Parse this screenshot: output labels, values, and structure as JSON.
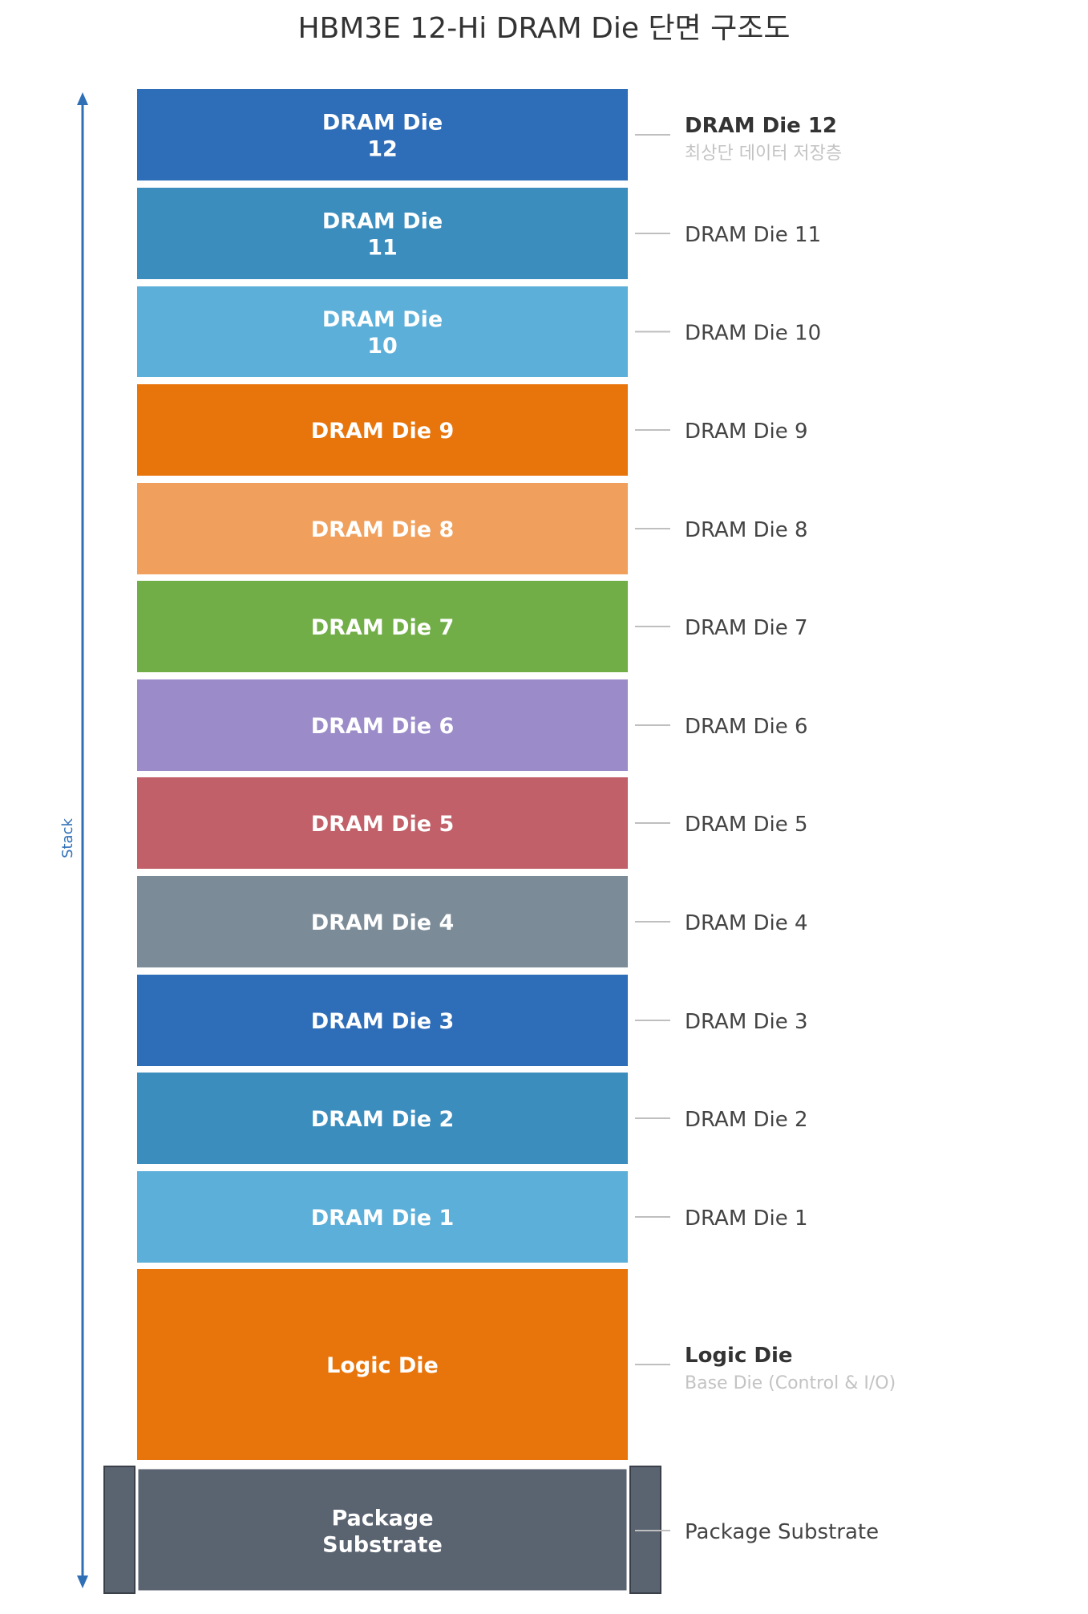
{
  "title": "HBM3E 12-Hi DRAM Die 단면 구조도",
  "axis": {
    "label": "Stack",
    "color": "#2f6fb6"
  },
  "layers": [
    {
      "id": "dram12",
      "block_lines": [
        "DRAM Die",
        "12"
      ],
      "label": "DRAM Die 12",
      "sublabel": "최상단 데이터 저장층",
      "bold": true,
      "color": "#2e6db7"
    },
    {
      "id": "dram11",
      "block_lines": [
        "DRAM Die",
        "11"
      ],
      "label": "DRAM Die 11",
      "sublabel": "",
      "bold": false,
      "color": "#3b8dbd"
    },
    {
      "id": "dram10",
      "block_lines": [
        "DRAM Die",
        "10"
      ],
      "label": "DRAM Die 10",
      "sublabel": "",
      "bold": false,
      "color": "#5cafd8"
    },
    {
      "id": "dram9",
      "block_lines": [
        "DRAM Die 9"
      ],
      "label": "DRAM Die 9",
      "sublabel": "",
      "bold": false,
      "color": "#e8750b"
    },
    {
      "id": "dram8",
      "block_lines": [
        "DRAM Die 8"
      ],
      "label": "DRAM Die 8",
      "sublabel": "",
      "bold": false,
      "color": "#f0a05c"
    },
    {
      "id": "dram7",
      "block_lines": [
        "DRAM Die 7"
      ],
      "label": "DRAM Die 7",
      "sublabel": "",
      "bold": false,
      "color": "#72ae47"
    },
    {
      "id": "dram6",
      "block_lines": [
        "DRAM Die 6"
      ],
      "label": "DRAM Die 6",
      "sublabel": "",
      "bold": false,
      "color": "#9b8bc9"
    },
    {
      "id": "dram5",
      "block_lines": [
        "DRAM Die 5"
      ],
      "label": "DRAM Die 5",
      "sublabel": "",
      "bold": false,
      "color": "#c16068"
    },
    {
      "id": "dram4",
      "block_lines": [
        "DRAM Die 4"
      ],
      "label": "DRAM Die 4",
      "sublabel": "",
      "bold": false,
      "color": "#7b8b97"
    },
    {
      "id": "dram3",
      "block_lines": [
        "DRAM Die 3"
      ],
      "label": "DRAM Die 3",
      "sublabel": "",
      "bold": false,
      "color": "#2e6db7"
    },
    {
      "id": "dram2",
      "block_lines": [
        "DRAM Die 2"
      ],
      "label": "DRAM Die 2",
      "sublabel": "",
      "bold": false,
      "color": "#3b8dbd"
    },
    {
      "id": "dram1",
      "block_lines": [
        "DRAM Die 1"
      ],
      "label": "DRAM Die 1",
      "sublabel": "",
      "bold": false,
      "color": "#5cafd8"
    },
    {
      "id": "logic",
      "block_lines": [
        "Logic Die"
      ],
      "label": "Logic Die",
      "sublabel": "Base Die (Control & I/O)",
      "bold": true,
      "color": "#e8750b"
    },
    {
      "id": "substrate",
      "block_lines": [
        "Package",
        "Substrate"
      ],
      "label": "Package Substrate",
      "sublabel": "",
      "bold": false,
      "color": "#5a6370"
    }
  ]
}
